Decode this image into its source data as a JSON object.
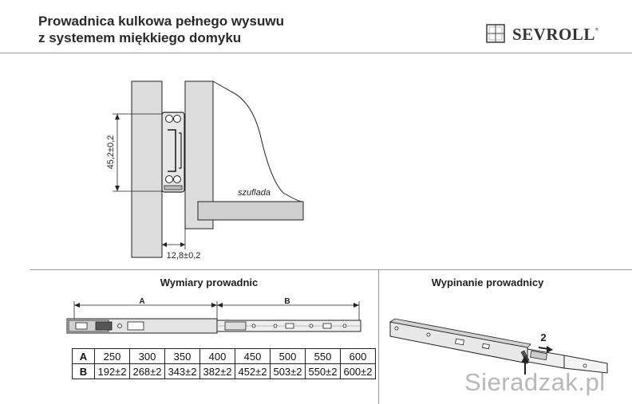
{
  "header": {
    "title_line1": "Prowadnica kulkowa pełnego wysuwu",
    "title_line2": "z systemem miękkiego domyku",
    "logo_text": "SEVROLL",
    "logo_mark": "°"
  },
  "cross_section": {
    "height_label": "45,2±0,2",
    "width_label": "12,8±0,2",
    "drawer_label": "szuflada"
  },
  "dimensions": {
    "title": "Wymiary prowadnic",
    "marker_a": "A",
    "marker_b": "B",
    "table": {
      "row_a_label": "A",
      "row_b_label": "B",
      "a_values": [
        "250",
        "300",
        "350",
        "400",
        "450",
        "500",
        "550",
        "600"
      ],
      "b_values": [
        "192±2",
        "268±2",
        "343±2",
        "382±2",
        "452±2",
        "503±2",
        "550±2",
        "600±2"
      ]
    }
  },
  "detach": {
    "title": "Wypinanie prowadnicy",
    "step_label": "2"
  },
  "watermark": "Sieradzak.pl",
  "colors": {
    "panel": "#dcdcdc",
    "drawer_bottom": "#cfcfcf",
    "line": "#222222",
    "watermark": "#b8b8b8"
  }
}
